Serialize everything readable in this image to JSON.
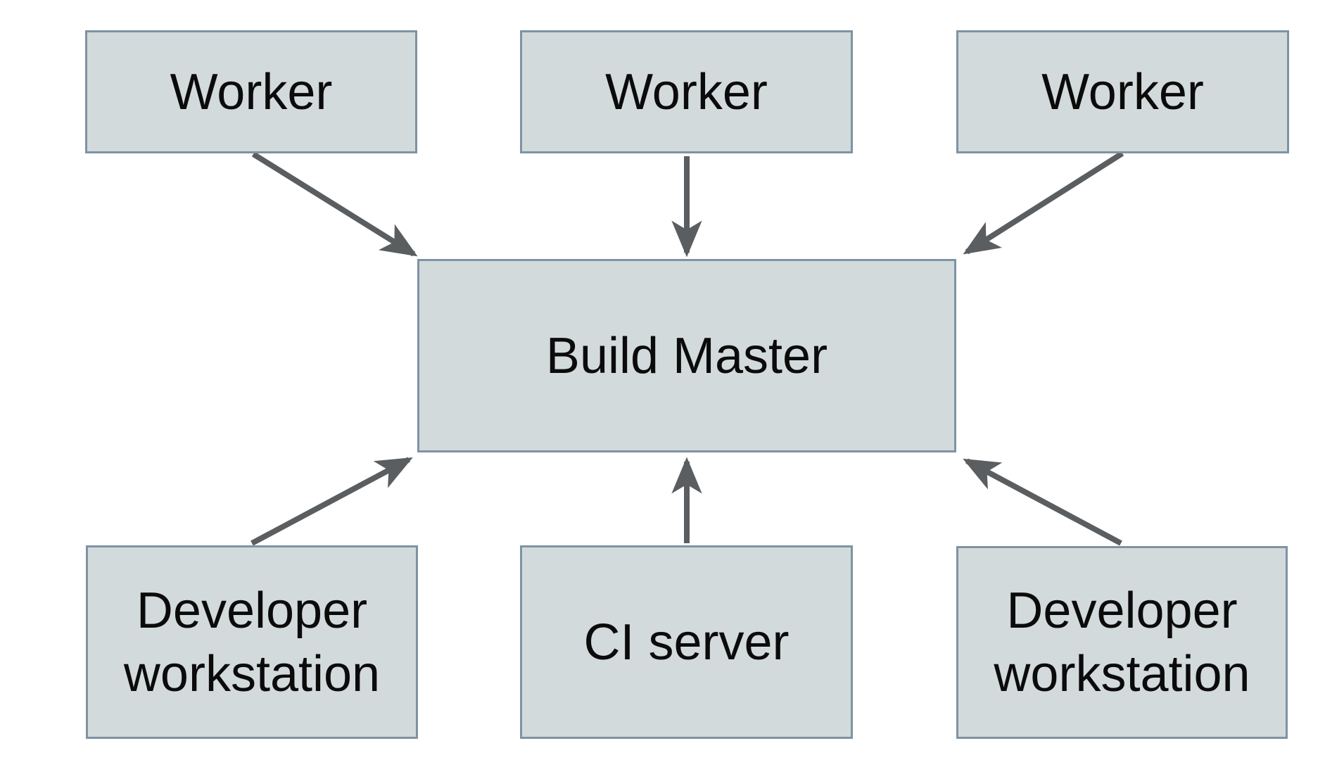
{
  "diagram": {
    "nodes": {
      "worker_1": {
        "label": "Worker"
      },
      "worker_2": {
        "label": "Worker"
      },
      "worker_3": {
        "label": "Worker"
      },
      "build_master": {
        "label": "Build Master"
      },
      "developer_workstation_1": {
        "label": "Developer workstation"
      },
      "ci_server": {
        "label": "CI server"
      },
      "developer_workstation_2": {
        "label": "Developer workstation"
      }
    },
    "edges": [
      {
        "from": "worker_1",
        "to": "build_master"
      },
      {
        "from": "worker_2",
        "to": "build_master"
      },
      {
        "from": "worker_3",
        "to": "build_master"
      },
      {
        "from": "developer_workstation_1",
        "to": "build_master"
      },
      {
        "from": "ci_server",
        "to": "build_master"
      },
      {
        "from": "developer_workstation_2",
        "to": "build_master"
      }
    ],
    "colors": {
      "background": "#ffffff",
      "node_fill": "#d3dadb",
      "node_border": "#7e93a4",
      "arrow": "#5b5e60",
      "text": "#0b0b0b"
    }
  }
}
